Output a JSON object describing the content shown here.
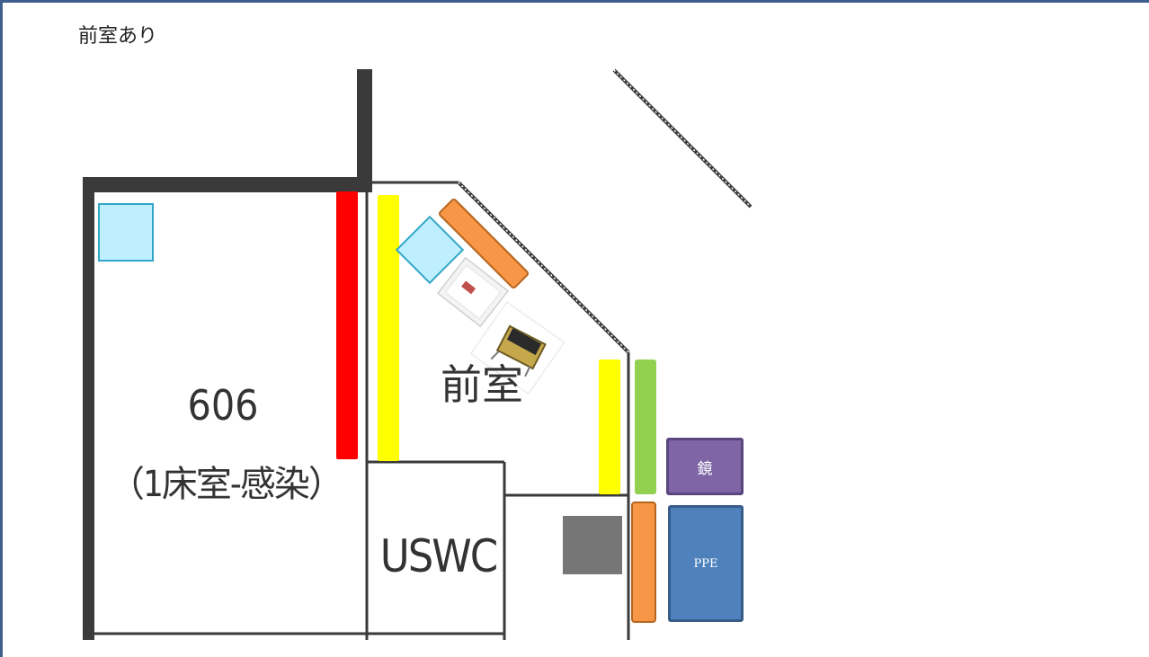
{
  "caption": "前室あり",
  "room": {
    "number": "606",
    "subtitle": "（1床室-感染）"
  },
  "anteroom_label": "前室",
  "uswc_label": "USWC",
  "mirror_label": "鏡",
  "ppe_label": "PPE",
  "colors": {
    "wall": "#3a3a3a",
    "red_bar": "#ff0000",
    "yellow_bar": "#ffff00",
    "green_bar": "#92d050",
    "orange_bar": "#f79646",
    "sink": "#bfefff",
    "gray_box": "#767676",
    "mirror": "#7f65a6",
    "ppe": "#4f81bd",
    "frame": "#3f5f8f"
  }
}
